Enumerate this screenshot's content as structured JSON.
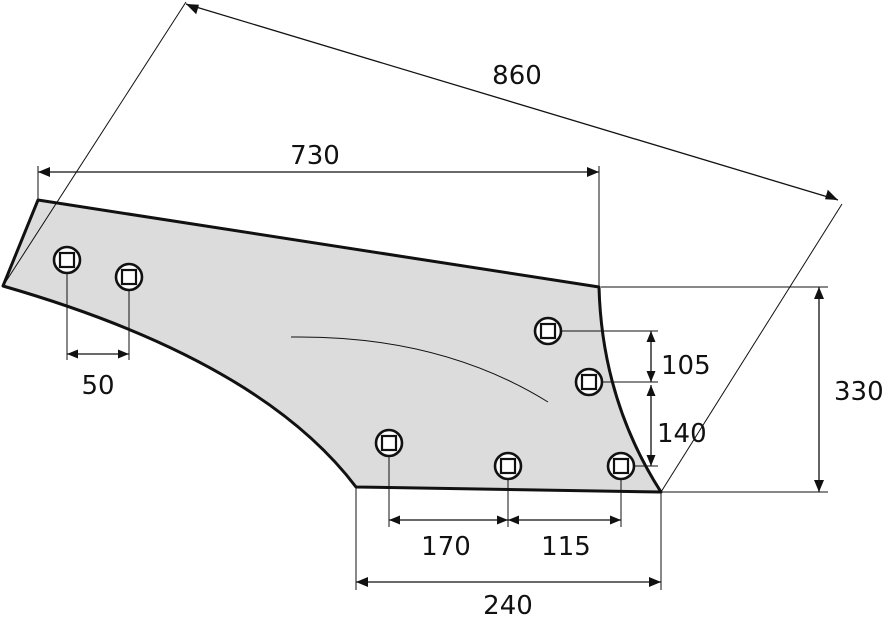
{
  "diagram": {
    "plate_fill": "#dcdcdc",
    "line_color": "#111111",
    "dimensions": {
      "diagonal": "860",
      "top_width": "730",
      "hole_spacing_left": "50",
      "right_upper_spacing": "105",
      "right_lower_spacing": "140",
      "right_height": "330",
      "bottom_left_spacing": "170",
      "bottom_right_spacing": "115",
      "bottom_width": "240"
    }
  }
}
